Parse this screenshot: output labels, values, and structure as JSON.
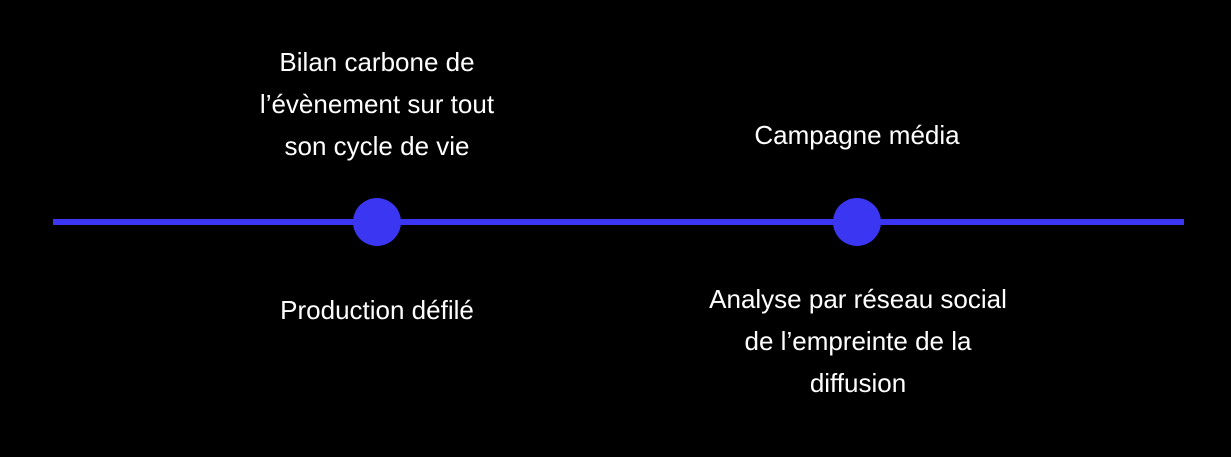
{
  "colors": {
    "background": "#000000",
    "accent": "#3a36f2",
    "text": "#ffffff"
  },
  "timeline": {
    "milestones": [
      {
        "top_lines": [
          "Bilan carbone de",
          "l’évènement sur tout",
          "son cycle de vie"
        ],
        "bottom_lines": [
          "Production défilé"
        ]
      },
      {
        "top_lines": [
          "Campagne média"
        ],
        "bottom_lines": [
          "Analyse par réseau social",
          "de l’empreinte de la",
          "diffusion"
        ]
      }
    ]
  }
}
